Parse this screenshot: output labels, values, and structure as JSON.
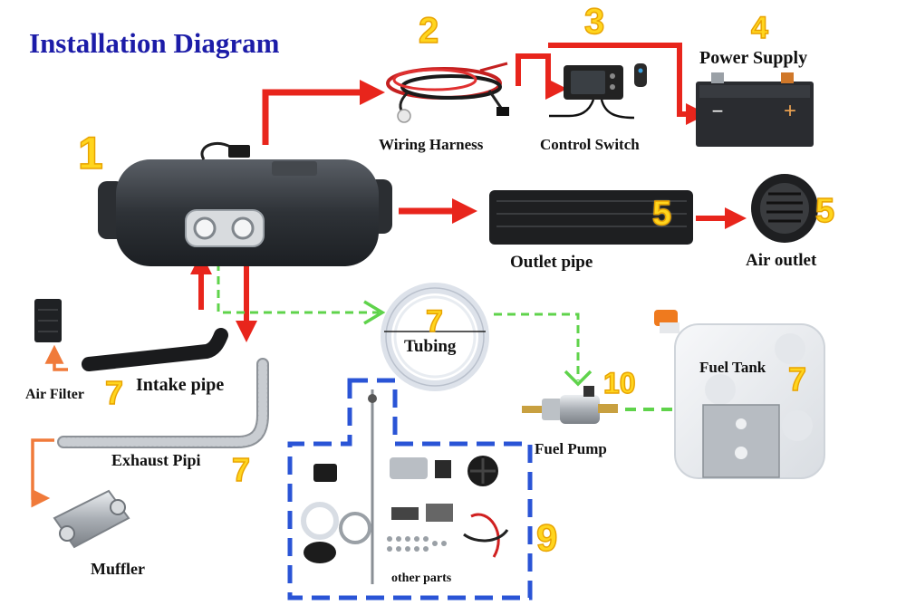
{
  "title": "Installation Diagram",
  "labels": {
    "wiring_harness": "Wiring Harness",
    "control_switch": "Control Switch",
    "power_supply": "Power Supply",
    "outlet_pipe": "Outlet pipe",
    "air_outlet": "Air outlet",
    "tubing": "Tubing",
    "fuel_tank": "Fuel Tank",
    "air_filter": "Air Filter",
    "intake_pipe": "Intake pipe",
    "exhaust_pipe": "Exhaust Pipi",
    "fuel_pump": "Fuel Pump",
    "muffler": "Muffler",
    "other_parts": "other parts"
  },
  "numbers": {
    "heater": "1",
    "wiring_harness": "2",
    "control_switch": "3",
    "power_supply": "4",
    "outlet_pipe": "5",
    "air_outlet": "5",
    "tubing": "7",
    "fuel_tank": "7",
    "air_filter": "7",
    "exhaust_pipe": "7",
    "fuel_pump": "10",
    "other_parts": "9"
  },
  "battery_terminals": {
    "negative": "−",
    "positive": "+"
  },
  "colors": {
    "title": "#1c1ca8",
    "red_arrow": "#e8251c",
    "green_arrow": "#5fd34b",
    "orange_arrow": "#f07a3a",
    "number_fill": "#ffd51e",
    "kit_border": "#2a54d6"
  }
}
